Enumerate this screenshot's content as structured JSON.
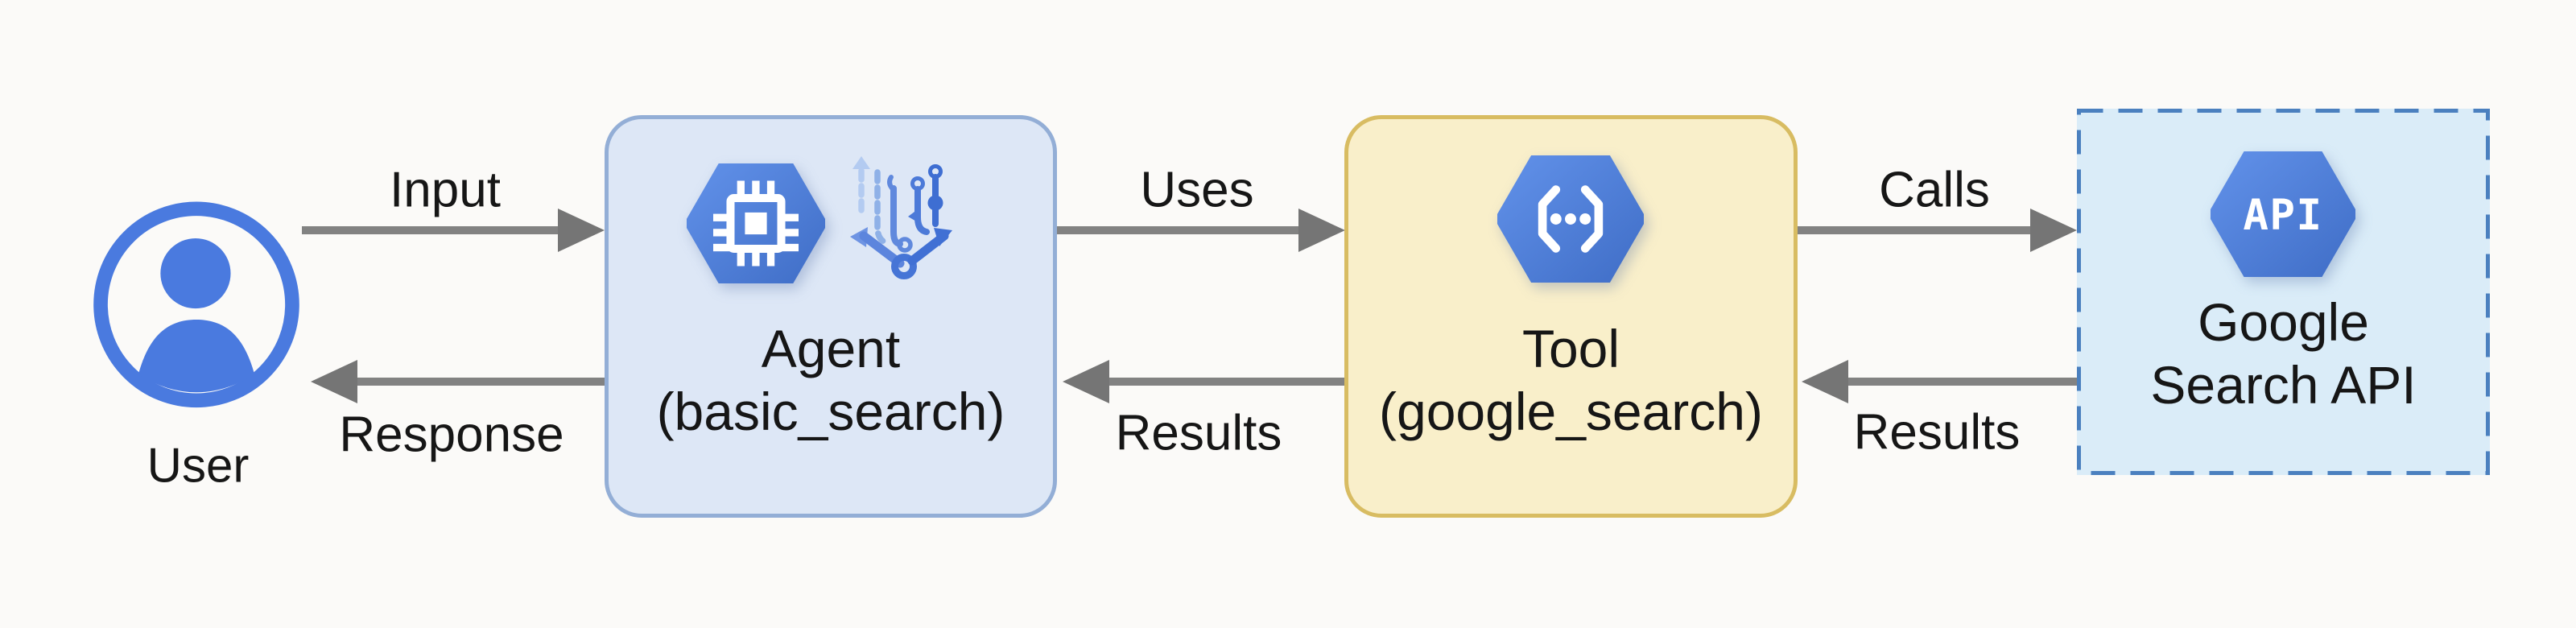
{
  "nodes": {
    "user": {
      "label": "User"
    },
    "agent": {
      "line1": "Agent",
      "line2": "(basic_search)"
    },
    "tool": {
      "line1": "Tool",
      "line2": "(google_search)"
    },
    "api": {
      "line1": "Google",
      "line2": "Search API",
      "hex_label": "API"
    }
  },
  "edges": [
    {
      "label": "Input",
      "from": "user",
      "to": "agent",
      "direction": "right"
    },
    {
      "label": "Response",
      "from": "agent",
      "to": "user",
      "direction": "left"
    },
    {
      "label": "Uses",
      "from": "agent",
      "to": "tool",
      "direction": "right"
    },
    {
      "label": "Results",
      "from": "tool",
      "to": "agent",
      "direction": "left"
    },
    {
      "label": "Calls",
      "from": "tool",
      "to": "api",
      "direction": "right"
    },
    {
      "label": "Results",
      "from": "api",
      "to": "tool",
      "direction": "left"
    }
  ],
  "colors": {
    "background": "#FBFAF8",
    "arrow_gray": "#7B7B7B",
    "text": "#161616",
    "user_icon_blue": "#4A7ADF",
    "hexagon_blue_light": "#6292EA",
    "hexagon_blue_dark": "#3F6DC6",
    "agent_box_fill": "#DDE7F6",
    "agent_box_border": "#93AED6",
    "tool_box_fill": "#F9EFCA",
    "tool_box_border": "#D8BC62",
    "api_box_fill": "#DAECF8",
    "api_box_border": "#4B80BF"
  }
}
